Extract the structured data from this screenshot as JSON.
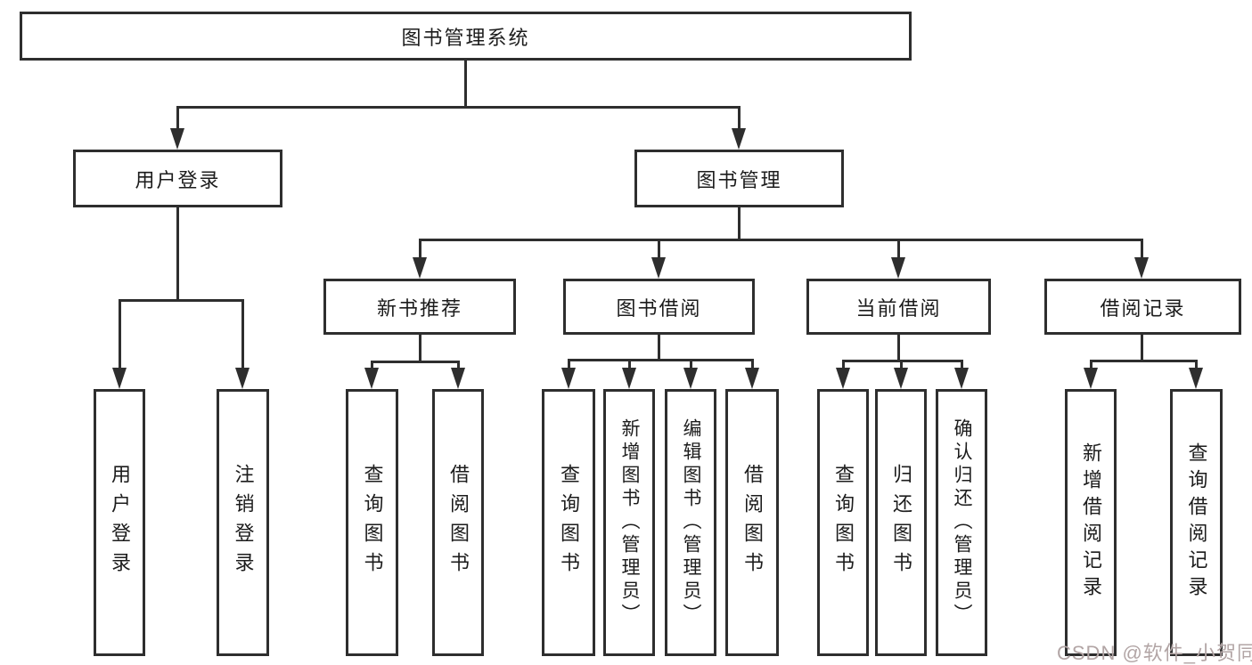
{
  "diagram": {
    "title": "图书管理系统",
    "level2": {
      "user_login": "用户登录",
      "book_mgmt": "图书管理"
    },
    "user_login_children": [
      "用户登录",
      "注销登录"
    ],
    "level3": [
      "新书推荐",
      "图书借阅",
      "当前借阅",
      "借阅记录"
    ],
    "new_book_children": [
      "查询图书",
      "借阅图书"
    ],
    "borrow_children": [
      "查询图书",
      "新增图书（管理员）",
      "编辑图书（管理员）",
      "借阅图书"
    ],
    "current_children": [
      "查询图书",
      "归还图书",
      "确认归还（管理员）"
    ],
    "record_children": [
      "新增借阅记录",
      "查询借阅记录"
    ],
    "line_color": "#2e2e2e"
  },
  "watermark": "CSDN @软件_小贺同学"
}
